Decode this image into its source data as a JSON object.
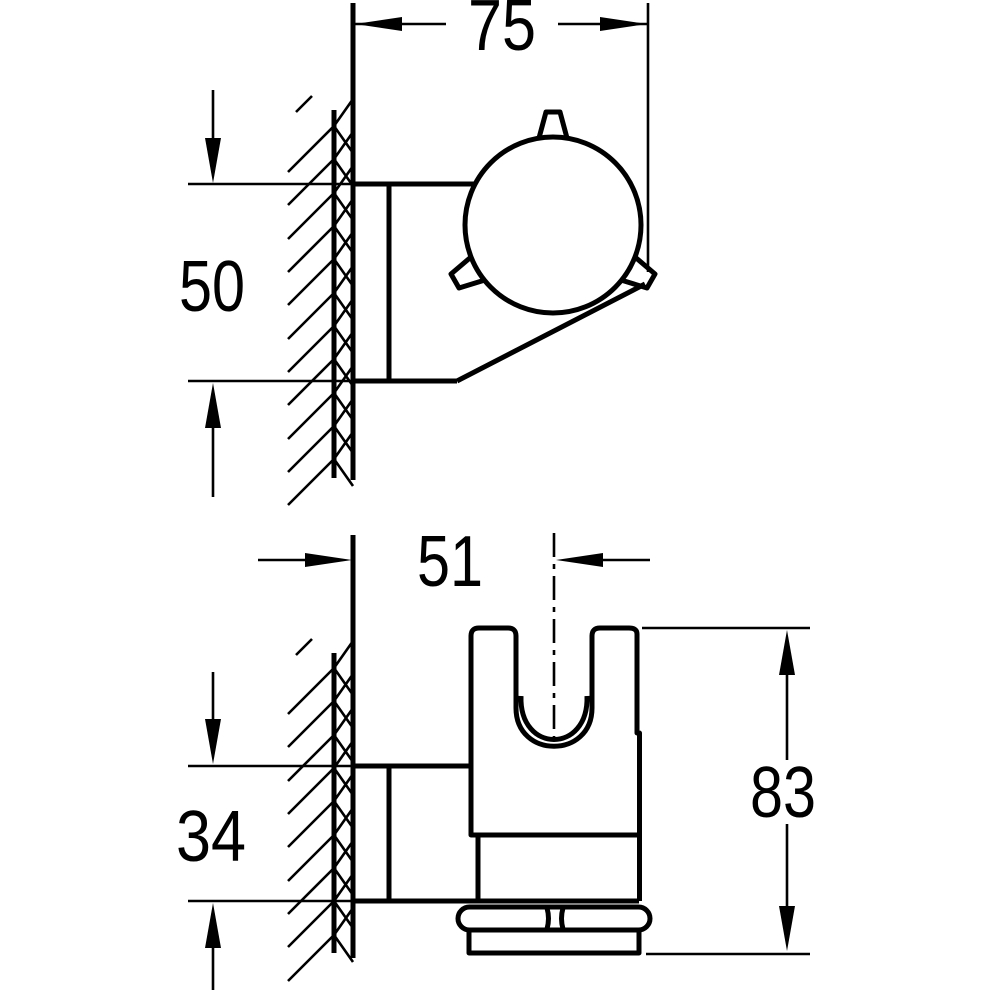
{
  "drawing": {
    "background_color": "#ffffff",
    "line_color": "#000000",
    "views": {
      "top": {
        "dim_width": "75",
        "dim_depth": "50"
      },
      "front": {
        "dim_offset": "51",
        "dim_plate_height": "34",
        "dim_total_height": "83"
      }
    }
  }
}
